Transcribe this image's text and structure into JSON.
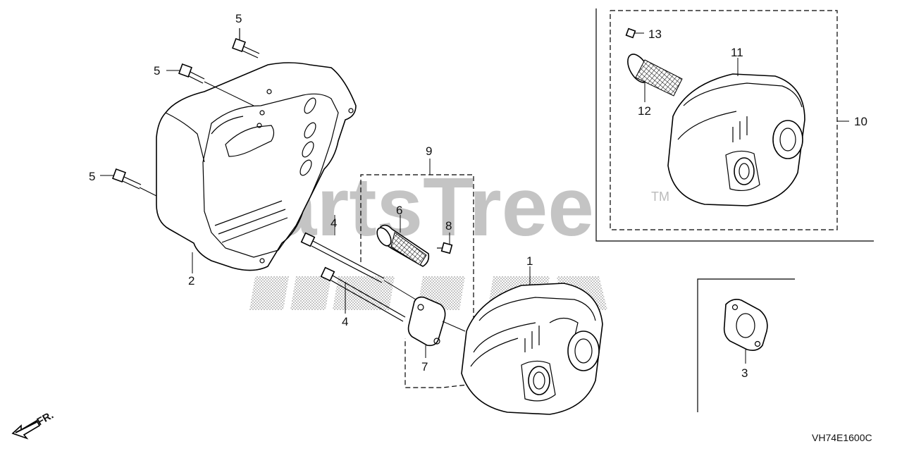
{
  "watermark": {
    "text": "PartsTree",
    "trademark": "TM"
  },
  "diagram_code": "VH74E1600C",
  "front_indicator": "FR.",
  "callouts": [
    {
      "id": "bolt-top",
      "text": "5"
    },
    {
      "id": "bolt-mid",
      "text": "5"
    },
    {
      "id": "bolt-left",
      "text": "5"
    },
    {
      "id": "protector",
      "text": "2"
    },
    {
      "id": "kit-9",
      "text": "9"
    },
    {
      "id": "arrester",
      "text": "6"
    },
    {
      "id": "screw-8",
      "text": "8"
    },
    {
      "id": "stud-upper",
      "text": "4"
    },
    {
      "id": "stud-lower",
      "text": "4"
    },
    {
      "id": "gasket-7",
      "text": "7"
    },
    {
      "id": "muffler",
      "text": "1"
    },
    {
      "id": "screw-13",
      "text": "13"
    },
    {
      "id": "muffler-kit-11",
      "text": "11"
    },
    {
      "id": "arrester-12",
      "text": "12"
    },
    {
      "id": "kit-10",
      "text": "10"
    },
    {
      "id": "gasket-3",
      "text": "3"
    }
  ]
}
